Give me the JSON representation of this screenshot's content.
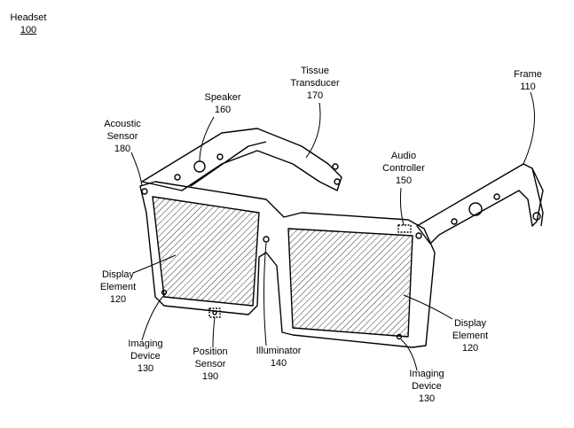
{
  "title": {
    "name": "Headset",
    "ref": "100"
  },
  "labels": {
    "speaker": {
      "name": "Speaker",
      "ref": "160"
    },
    "tissue_transducer": {
      "line1": "Tissue",
      "line2": "Transducer",
      "ref": "170"
    },
    "frame": {
      "name": "Frame",
      "ref": "110"
    },
    "acoustic_sensor": {
      "line1": "Acoustic",
      "line2": "Sensor",
      "ref": "180"
    },
    "audio_controller": {
      "line1": "Audio",
      "line2": "Controller",
      "ref": "150"
    },
    "display_element_left": {
      "line1": "Display",
      "line2": "Element",
      "ref": "120"
    },
    "display_element_right": {
      "line1": "Display",
      "line2": "Element",
      "ref": "120"
    },
    "imaging_device_left": {
      "line1": "Imaging",
      "line2": "Device",
      "ref": "130"
    },
    "imaging_device_right": {
      "line1": "Imaging",
      "line2": "Device",
      "ref": "130"
    },
    "position_sensor": {
      "line1": "Position",
      "line2": "Sensor",
      "ref": "190"
    },
    "illuminator": {
      "name": "Illuminator",
      "ref": "140"
    }
  }
}
